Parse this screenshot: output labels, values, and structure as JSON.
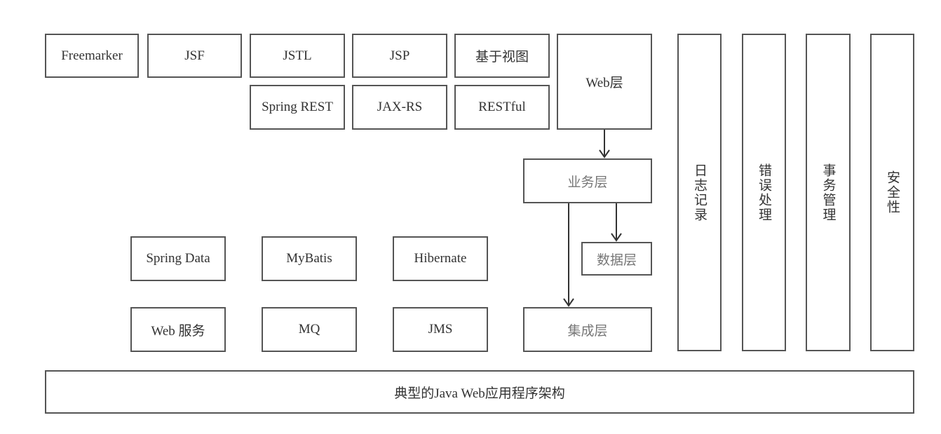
{
  "view_layer": {
    "row1": [
      "Freemarker",
      "JSF",
      "JSTL",
      "JSP",
      "基于视图"
    ],
    "row2": [
      "Spring REST",
      "JAX-RS",
      "RESTful"
    ],
    "web_layer": "Web层"
  },
  "business_layer": "业务层",
  "data_layer": "数据层",
  "integration_layer": "集成层",
  "persistence_row": [
    "Spring Data",
    "MyBatis",
    "Hibernate"
  ],
  "integration_row": [
    "Web 服务",
    "MQ",
    "JMS"
  ],
  "cross_cutting": [
    "日志记录",
    "错误处理",
    "事务管理",
    "安全性"
  ],
  "footer": "典型的Java Web应用程序架构"
}
